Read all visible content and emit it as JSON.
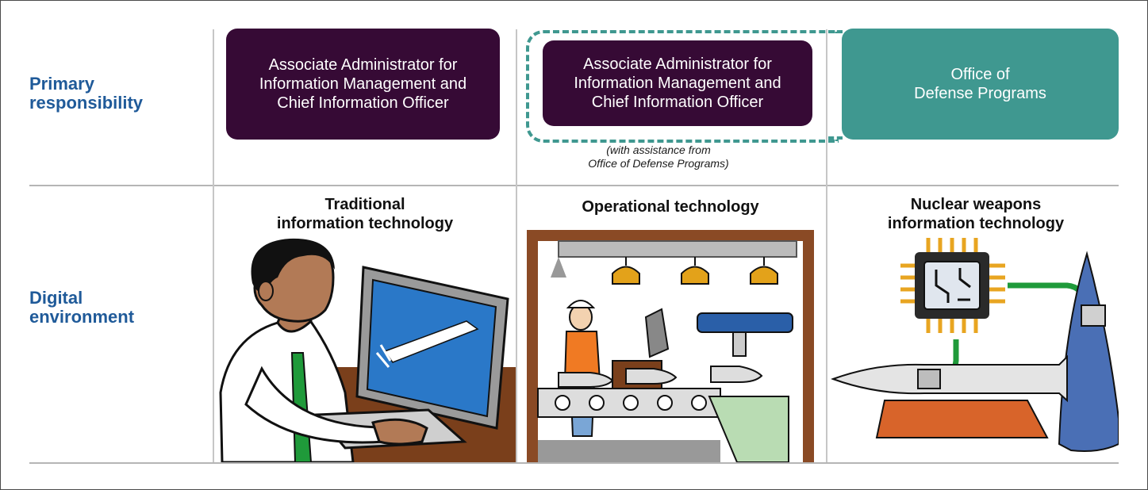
{
  "rows": {
    "primary": "Primary\nresponsibility",
    "digital": "Digital\nenvironment"
  },
  "boxes": {
    "col1": "Associate Administrator for Information Management and Chief Information Officer",
    "col2": "Associate Administrator for Information Management and Chief Information Officer",
    "col3": "Office of\nDefense Programs"
  },
  "note": "(with assistance from\nOffice of Defense Programs)",
  "columns": {
    "col1": "Traditional\ninformation technology",
    "col2": "Operational technology",
    "col3": "Nuclear weapons\ninformation technology"
  },
  "colors": {
    "heading_blue": "#1f5a99",
    "purple": "#360a35",
    "teal": "#3f9890"
  },
  "icons": [
    "person-at-laptop-icon",
    "factory-assembly-line-icon",
    "microchip-icon",
    "missile-icon",
    "warhead-cone-icon"
  ]
}
